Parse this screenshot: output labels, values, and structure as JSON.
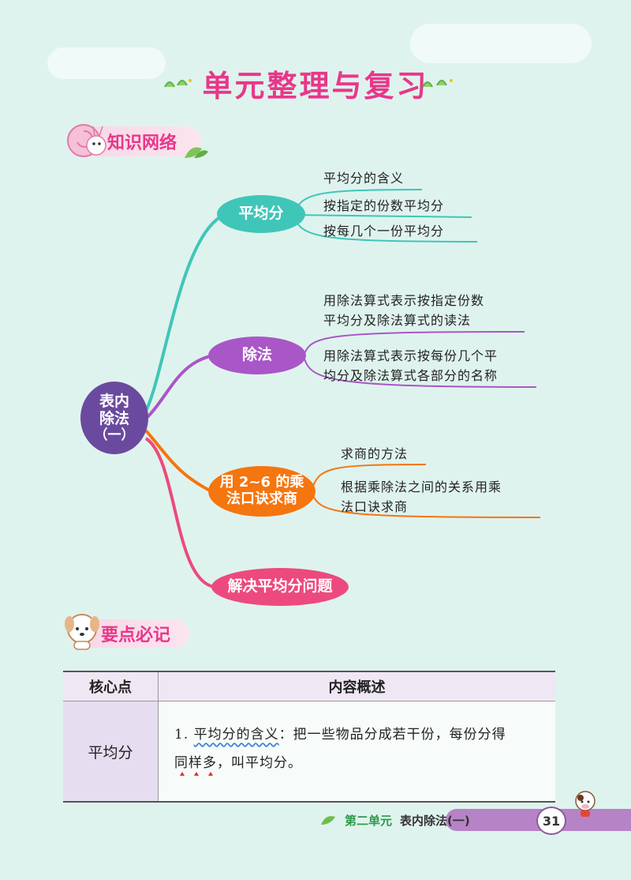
{
  "page_title": "单元整理与复习",
  "sections": {
    "knowledge_network": "知识网络",
    "key_points": "要点必记"
  },
  "mindmap": {
    "root": {
      "line1": "表内",
      "line2": "除法",
      "line3": "（一）"
    },
    "branches": [
      {
        "label": "平均分",
        "color": "#3fc6b8",
        "leaves": [
          "平均分的含义",
          "按指定的份数平均分",
          "按每几个一份平均分"
        ]
      },
      {
        "label": "除法",
        "color": "#a956c7",
        "leaves": [
          "用除法算式表示按指定份数",
          "平均分及除法算式的读法",
          "用除法算式表示按每份几个平",
          "均分及除法算式各部分的名称"
        ]
      },
      {
        "label_line1": "用 2~6 的乘",
        "label_line2": "法口诀求商",
        "color": "#f5750f",
        "leaves": [
          "求商的方法",
          "根据乘除法之间的关系用乘",
          "法口诀求商"
        ]
      },
      {
        "label": "解决平均分问题",
        "color": "#ec4a7e",
        "leaves": []
      }
    ]
  },
  "table": {
    "headers": [
      "核心点",
      "内容概述"
    ],
    "rows": [
      {
        "key": "平均分",
        "content_prefix": "1. ",
        "content_underlined": "平均分的含义",
        "content_rest": "：把一些物品分成若干份，每份分得",
        "content_dotted": [
          "同",
          "样",
          "多"
        ],
        "content_tail": "，叫平均分。"
      }
    ]
  },
  "footer": {
    "unit": "第二单元",
    "chapter": "表内除法(一)",
    "page_number": "31"
  },
  "colors": {
    "title": "#e8378a",
    "background": "#dff3ee",
    "teal": "#3fc6b8",
    "purple": "#a956c7",
    "orange": "#f5750f",
    "pink": "#ec4a7e",
    "root": "#6a4a9e"
  }
}
